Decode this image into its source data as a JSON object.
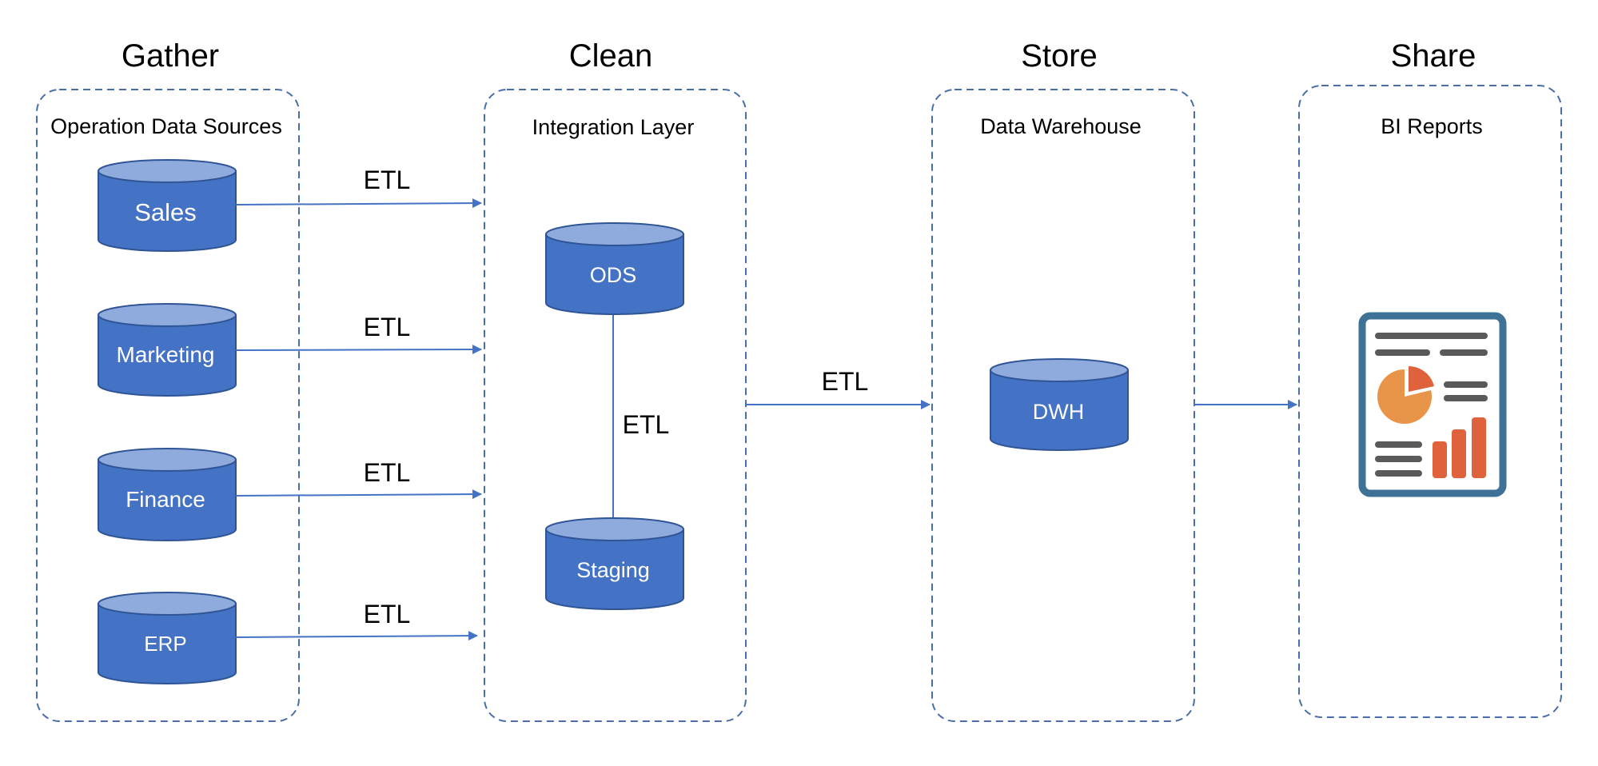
{
  "stages": {
    "gather": {
      "title": "Gather",
      "box_title": "Operation Data Sources"
    },
    "clean": {
      "title": "Clean",
      "box_title": "Integration Layer"
    },
    "store": {
      "title": "Store",
      "box_title": "Data Warehouse"
    },
    "share": {
      "title": "Share",
      "box_title": "BI Reports"
    }
  },
  "sources": [
    "Sales",
    "Marketing",
    "Finance",
    "ERP"
  ],
  "integration": {
    "ods": "ODS",
    "staging": "Staging"
  },
  "warehouse": {
    "dwh": "DWH"
  },
  "edges": {
    "sales_to_integration": "ETL",
    "marketing_to_integration": "ETL",
    "finance_to_integration": "ETL",
    "erp_to_integration": "ETL",
    "ods_to_staging": "ETL",
    "integration_to_warehouse": "ETL"
  },
  "colors": {
    "cylinder_fill": "#4472c4",
    "cylinder_top": "#8faadc",
    "panel_border": "#4a6ea8",
    "report_frame": "#3e7196",
    "report_orange": "#e8954a",
    "report_red": "#e0623c",
    "report_lines": "#5a5a5a"
  },
  "icons": {
    "report": "report-dashboard-icon",
    "database": "database-cylinder-icon"
  }
}
